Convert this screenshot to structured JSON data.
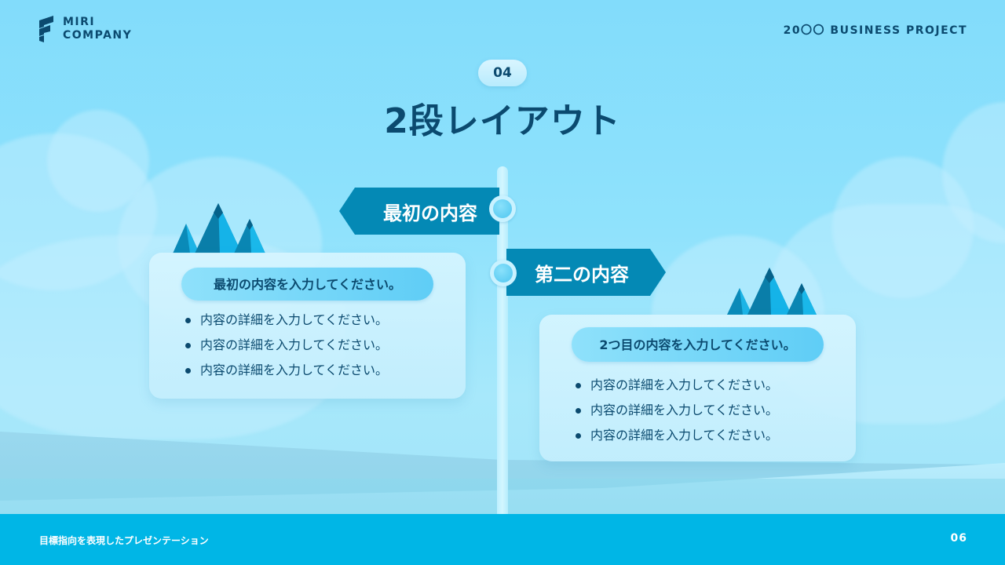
{
  "header": {
    "logo_line1": "MIRI",
    "logo_line2": "COMPANY",
    "project": "20〇〇 BUSINESS PROJECT"
  },
  "section": {
    "number": "04",
    "title": "2段レイアウト"
  },
  "signs": {
    "first": "最初の内容",
    "second": "第二の内容"
  },
  "cards": [
    {
      "heading": "最初の内容を入力してください。",
      "bullets": [
        "内容の詳細を入力してください。",
        "内容の詳細を入力してください。",
        "内容の詳細を入力してください。"
      ]
    },
    {
      "heading": "2つ目の内容を入力してください。",
      "bullets": [
        "内容の詳細を入力してください。",
        "内容の詳細を入力してください。",
        "内容の詳細を入力してください。"
      ]
    }
  ],
  "footer": {
    "caption": "目標指向を表現したプレゼンテーション",
    "page": "06"
  },
  "colors": {
    "background": "#8ee1fc",
    "navy_text": "#0b4a6f",
    "sign": "#0489b5",
    "footer": "#00b6e6",
    "pill": "#5fcdf6"
  }
}
